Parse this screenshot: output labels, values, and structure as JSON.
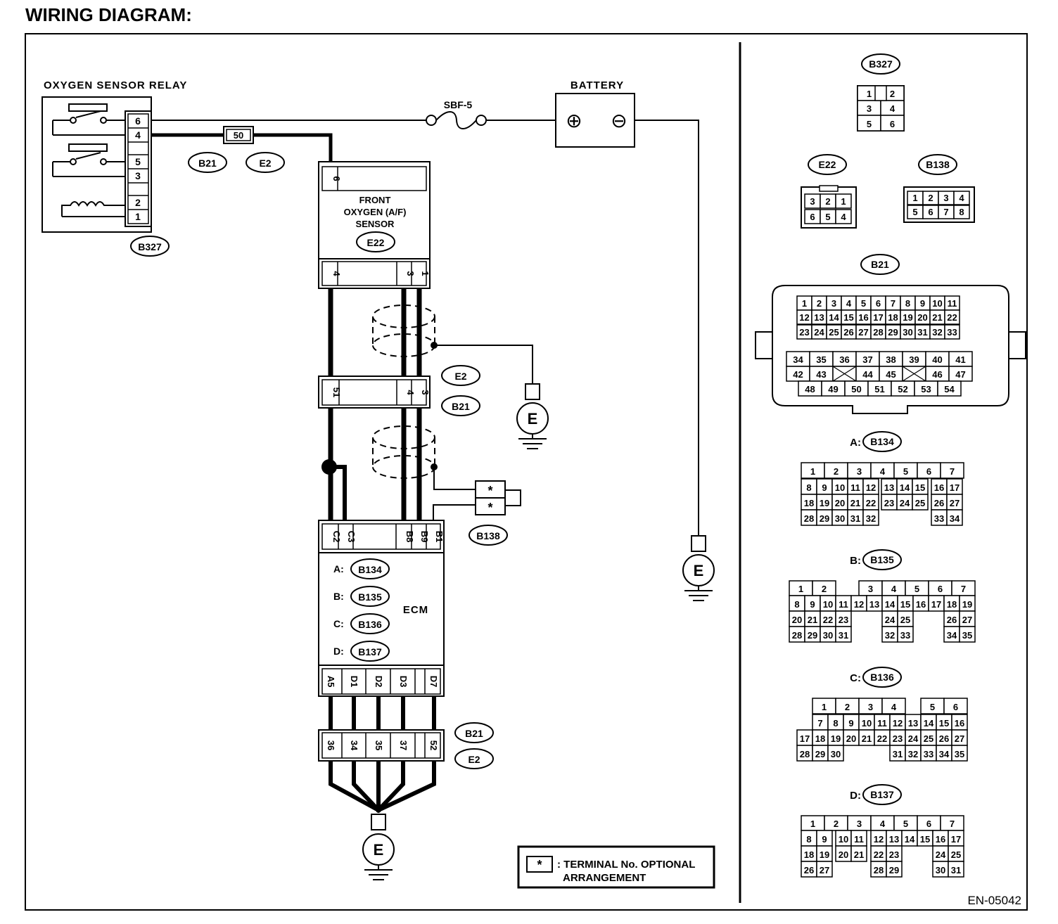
{
  "header": {
    "title": "WIRING DIAGRAM:"
  },
  "footer": {
    "code": "EN-05042"
  },
  "components": {
    "relay": {
      "label": "OXYGEN SENSOR RELAY",
      "connector": "B327",
      "pins": [
        "6",
        "4",
        "5",
        "3",
        "2",
        "1"
      ]
    },
    "fuse": {
      "label": "SBF-5"
    },
    "battery": {
      "label": "BATTERY",
      "plus": "⊕",
      "minus": "⊖"
    },
    "joint_50": {
      "pin": "50",
      "connectors": [
        "B21",
        "E2"
      ]
    },
    "sensor": {
      "lines": [
        "FRONT",
        "OXYGEN (A/F)",
        "SENSOR"
      ],
      "connector": "E22",
      "top_pin": "6",
      "bottom_pins": [
        "4",
        "3",
        "1"
      ]
    },
    "mid_joint": {
      "pins": [
        "51",
        "4",
        "3"
      ],
      "connectors": [
        "E2",
        "B21"
      ]
    },
    "b138": {
      "connector": "B138",
      "pins": [
        "*",
        "*"
      ]
    },
    "ecm": {
      "label": "ECM",
      "top_pins": [
        "C2",
        "C3",
        "B8",
        "B9",
        "B1"
      ],
      "bottom_pins": [
        "A5",
        "D1",
        "D2",
        "D3",
        "D7"
      ],
      "connectors": [
        {
          "prefix": "A:",
          "name": "B134"
        },
        {
          "prefix": "B:",
          "name": "B135"
        },
        {
          "prefix": "C:",
          "name": "B136"
        },
        {
          "prefix": "D:",
          "name": "B137"
        }
      ]
    },
    "bottom_joint": {
      "pins": [
        "36",
        "34",
        "35",
        "37",
        "52"
      ],
      "connectors": [
        "B21",
        "E2"
      ]
    },
    "ground": {
      "label": "E"
    }
  },
  "legend": {
    "symbol": "*",
    "line1": ": TERMINAL No. OPTIONAL",
    "line2": "ARRANGEMENT"
  },
  "connector_views": {
    "b327": {
      "name": "B327",
      "rows": [
        [
          "1",
          "2"
        ],
        [
          "3",
          "4"
        ],
        [
          "5",
          "6"
        ]
      ]
    },
    "e22": {
      "name": "E22",
      "rows": [
        [
          "3",
          "2",
          "1"
        ],
        [
          "6",
          "5",
          "4"
        ]
      ]
    },
    "b138": {
      "name": "B138",
      "rows": [
        [
          "1",
          "2",
          "3",
          "4"
        ],
        [
          "5",
          "6",
          "7",
          "8"
        ]
      ]
    },
    "b21": {
      "name": "B21",
      "rows": [
        [
          "1",
          "2",
          "3",
          "4",
          "5",
          "6",
          "7",
          "8",
          "9",
          "10",
          "11"
        ],
        [
          "12",
          "13",
          "14",
          "15",
          "16",
          "17",
          "18",
          "19",
          "20",
          "21",
          "22"
        ],
        [
          "23",
          "24",
          "25",
          "26",
          "27",
          "28",
          "29",
          "30",
          "31",
          "32",
          "33"
        ],
        [
          "34",
          "35",
          "36",
          "37",
          "38",
          "39",
          "40",
          "41"
        ],
        [
          "42",
          "43",
          "",
          "44",
          "45",
          "",
          "46",
          "47"
        ],
        [
          "48",
          "49",
          "50",
          "51",
          "52",
          "53",
          "54"
        ]
      ]
    },
    "b134": {
      "prefix": "A:",
      "name": "B134",
      "rows": [
        [
          "1",
          "2",
          "3",
          "4",
          "5",
          "6",
          "7"
        ],
        [
          "8",
          "9",
          "10",
          "11",
          "12",
          "13",
          "14",
          "15",
          "16",
          "17"
        ],
        [
          "18",
          "19",
          "20",
          "21",
          "22",
          "23",
          "24",
          "25",
          "26",
          "27"
        ],
        [
          "28",
          "29",
          "30",
          "31",
          "32",
          "33",
          "34"
        ]
      ]
    },
    "b135": {
      "prefix": "B:",
      "name": "B135",
      "rows": [
        [
          "1",
          "2",
          "3",
          "4",
          "5",
          "6",
          "7"
        ],
        [
          "8",
          "9",
          "10",
          "11",
          "12",
          "13",
          "14",
          "15",
          "16",
          "17",
          "18",
          "19"
        ],
        [
          "20",
          "21",
          "22",
          "23",
          "24",
          "25",
          "26",
          "27"
        ],
        [
          "28",
          "29",
          "30",
          "31",
          "32",
          "33",
          "34",
          "35"
        ]
      ]
    },
    "b136": {
      "prefix": "C:",
      "name": "B136",
      "rows": [
        [
          "1",
          "2",
          "3",
          "4",
          "5",
          "6"
        ],
        [
          "7",
          "8",
          "9",
          "10",
          "11",
          "12",
          "13",
          "14",
          "15",
          "16"
        ],
        [
          "17",
          "18",
          "19",
          "20",
          "21",
          "22",
          "23",
          "24",
          "25",
          "26",
          "27"
        ],
        [
          "28",
          "29",
          "30",
          "31",
          "32",
          "33",
          "34",
          "35"
        ]
      ]
    },
    "b137": {
      "prefix": "D:",
      "name": "B137",
      "rows": [
        [
          "1",
          "2",
          "3",
          "4",
          "5",
          "6",
          "7"
        ],
        [
          "8",
          "9",
          "10",
          "11",
          "12",
          "13",
          "14",
          "15",
          "16",
          "17"
        ],
        [
          "18",
          "19",
          "20",
          "21",
          "22",
          "23",
          "24",
          "25"
        ],
        [
          "26",
          "27",
          "28",
          "29",
          "30",
          "31"
        ]
      ]
    }
  }
}
